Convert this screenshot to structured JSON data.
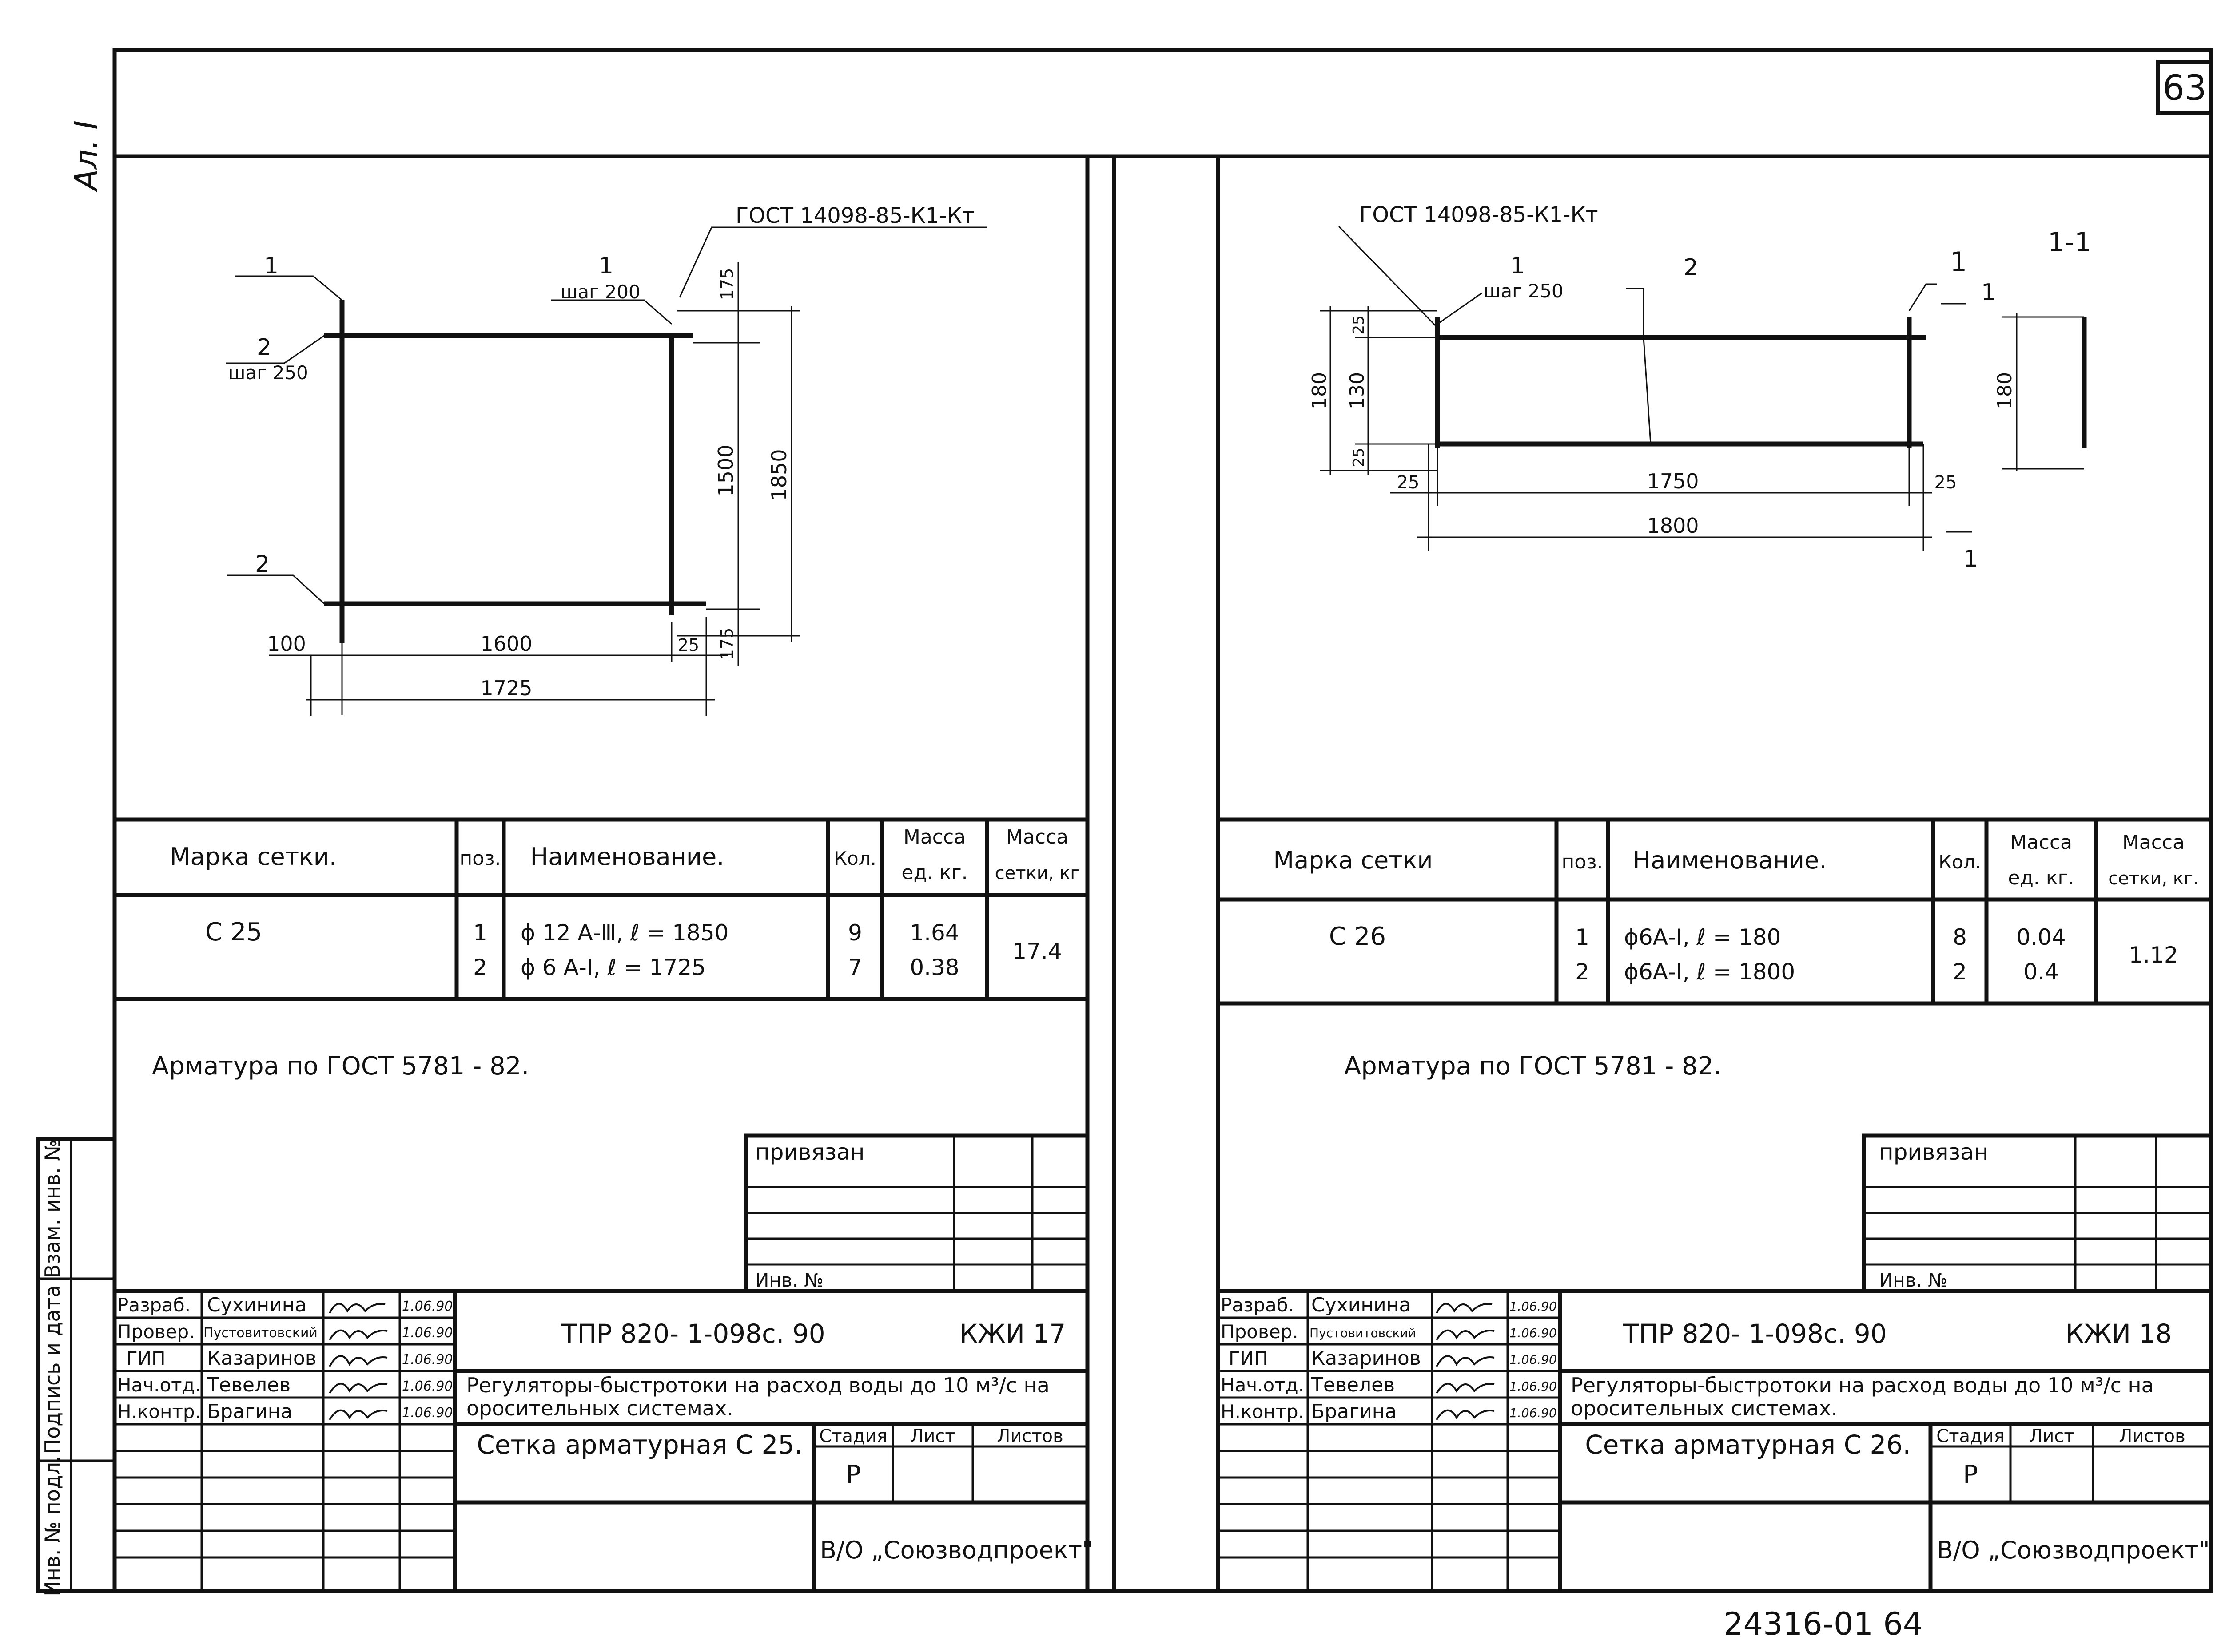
{
  "page_number": "63",
  "album_label": "Ал. I",
  "side_stamp": {
    "vzam": "Взам. инв. №",
    "podpis": "Подпись и дата",
    "inv_podl": "Инв. № подл."
  },
  "left": {
    "drawing": {
      "gost_weld": "ГОСТ 14098-85-К1-Кт",
      "pos1_top_left": "1",
      "pos1_top_right": "1",
      "step_200": "шаг 200",
      "pos2_upper": "2",
      "step_250": "шаг 250",
      "pos2_lower": "2",
      "dims": {
        "d175_top": "175",
        "d1500": "1500",
        "d1850": "1850",
        "d175_bot": "175",
        "d100": "100",
        "d1600": "1600",
        "d25": "25",
        "d1725": "1725"
      }
    },
    "spec": {
      "headers": {
        "mark": "Марка сетки.",
        "pos": "поз.",
        "name": "Наименование.",
        "qty": "Кол.",
        "unit_mass_1": "Масса",
        "unit_mass_2": "ед. кг.",
        "mesh_mass_1": "Масса",
        "mesh_mass_2": "сетки, кг"
      },
      "mark": "С 25",
      "rows": [
        {
          "pos": "1",
          "name": "ϕ 12 А-Ⅲ, ℓ = 1850",
          "qty": "9",
          "mass": "1.64"
        },
        {
          "pos": "2",
          "name": "ϕ 6 А-Ⅰ, ℓ = 1725",
          "qty": "7",
          "mass": "0.38"
        }
      ],
      "total": "17.4"
    },
    "note": "Арматура по ГОСТ 5781 - 82.",
    "privyazan": {
      "title": "привязан",
      "inv": "Инв. №"
    },
    "title_block": {
      "roles": [
        {
          "role": "Разраб.",
          "name": "Сухинина",
          "date": "1.06.90"
        },
        {
          "role": "Провер.",
          "name": "Пустовитовский",
          "date": "1.06.90"
        },
        {
          "role": "ГИП",
          "name": "Казаринов",
          "date": "1.06.90"
        },
        {
          "role": "Нач.отд.",
          "name": "Тевелев",
          "date": "1.06.90"
        },
        {
          "role": "Н.контр.",
          "name": "Брагина",
          "date": "1.06.90"
        }
      ],
      "code": "ТПР 820- 1-098с. 90",
      "sheet_code": "КЖИ 17",
      "project": "Регуляторы-быстротоки на расход воды до 10 м³/с на оросительных системах.",
      "sheet_title": "Сетка арматурная С 25.",
      "stage_label": "Стадия",
      "list_label": "Лист",
      "lists_label": "Листов",
      "stage": "Р",
      "org": "В/О „Союзводпроект\""
    }
  },
  "right": {
    "drawing": {
      "gost_weld": "ГОСТ 14098-85-К1-Кт",
      "pos1": "1",
      "step_250": "шаг 250",
      "pos2": "2",
      "pos1_right": "1",
      "section_label": "1-1",
      "cut_top": "1",
      "cut_bottom": "1",
      "dims": {
        "d180_left": "180",
        "d25_top": "25",
        "d130": "130",
        "d25_bot": "25",
        "d25_left": "25",
        "d1750": "1750",
        "d25_right": "25",
        "d1800": "1800",
        "d180_section": "180"
      }
    },
    "spec": {
      "headers": {
        "mark": "Марка сетки",
        "pos": "поз.",
        "name": "Наименование.",
        "qty": "Кол.",
        "unit_mass_1": "Масса",
        "unit_mass_2": "ед. кг.",
        "mesh_mass_1": "Масса",
        "mesh_mass_2": "сетки, кг."
      },
      "mark": "С 26",
      "rows": [
        {
          "pos": "1",
          "name": "ϕ6А-Ⅰ, ℓ = 180",
          "qty": "8",
          "mass": "0.04"
        },
        {
          "pos": "2",
          "name": "ϕ6А-Ⅰ, ℓ = 1800",
          "qty": "2",
          "mass": "0.4"
        }
      ],
      "total": "1.12"
    },
    "note": "Арматура по ГОСТ 5781 - 82.",
    "privyazan": {
      "title": "привязан",
      "inv": "Инв. №"
    },
    "title_block": {
      "roles": [
        {
          "role": "Разраб.",
          "name": "Сухинина",
          "date": "1.06.90"
        },
        {
          "role": "Провер.",
          "name": "Пустовитовский",
          "date": "1.06.90"
        },
        {
          "role": "ГИП",
          "name": "Казаринов",
          "date": "1.06.90"
        },
        {
          "role": "Нач.отд.",
          "name": "Тевелев",
          "date": "1.06.90"
        },
        {
          "role": "Н.контр.",
          "name": "Брагина",
          "date": "1.06.90"
        }
      ],
      "code": "ТПР 820- 1-098с. 90",
      "sheet_code": "КЖИ 18",
      "project": "Регуляторы-быстротоки на расход воды до 10 м³/с на оросительных системах.",
      "sheet_title": "Сетка арматурная С 26.",
      "stage_label": "Стадия",
      "list_label": "Лист",
      "lists_label": "Листов",
      "stage": "Р",
      "org": "В/О „Союзводпроект\""
    }
  },
  "bottom_number": "24316-01 64"
}
